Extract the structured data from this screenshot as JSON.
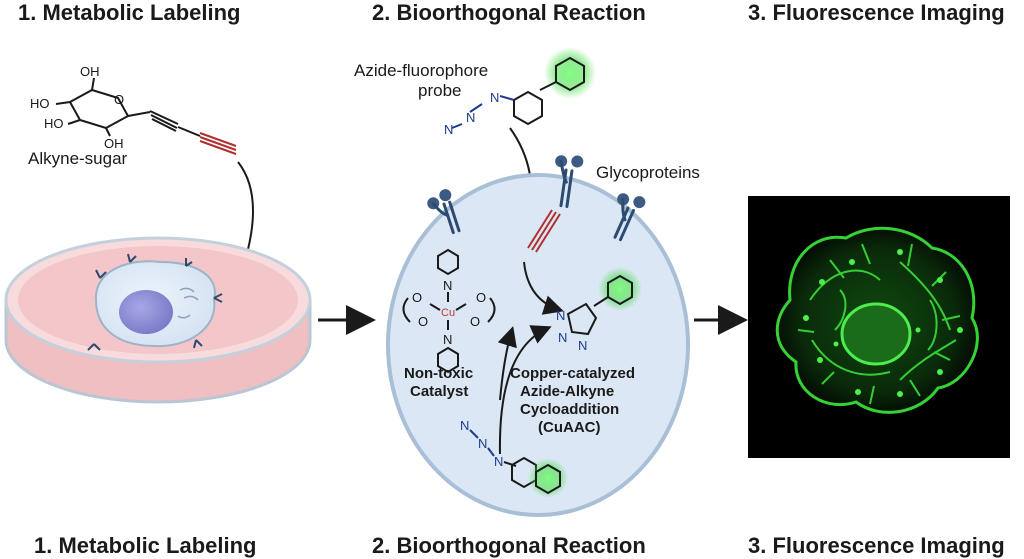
{
  "panels": [
    {
      "title": "1. Metabolic Labeling"
    },
    {
      "title": "2. Bioorthogonal Reaction"
    },
    {
      "title": "3. Fluorescence Imaging"
    }
  ],
  "labels": {
    "alkyne_sugar": "Alkyne-sugar",
    "probe_line1": "Azide-fluorophore",
    "probe_line2": "probe",
    "glycoproteins": "Glycoproteins",
    "catalyst_line1": "Non-toxic",
    "catalyst_line2": "Catalyst",
    "reaction_line1": "Copper-catalyzed",
    "reaction_line2": "Azide-Alkyne",
    "reaction_line3": "Cycloaddition",
    "reaction_line4": "(CuAAC)"
  },
  "atoms": {
    "oh": "OH",
    "ho": "HO",
    "o": "O",
    "n": "N",
    "cu": "Cu"
  },
  "colors": {
    "dish_pink": "#f2c4c6",
    "cell_blue": "#dbe7f4",
    "nucleus_purple": "#8f8fd6",
    "azide_blue": "#1f3b8f",
    "alkyne_red": "#b03030",
    "fluor_green": "#33cc33"
  }
}
